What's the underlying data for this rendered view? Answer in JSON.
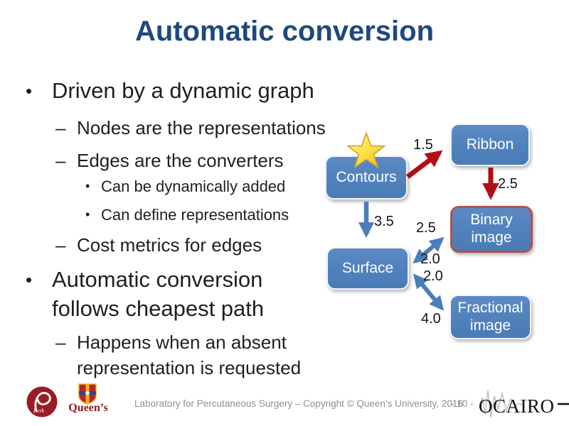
{
  "title": "Automatic conversion",
  "bullets": {
    "items": [
      {
        "level": 1,
        "text": "Driven by a dynamic graph"
      },
      {
        "level": 2,
        "text": "Nodes are the representations"
      },
      {
        "level": 2,
        "text": "Edges are the converters"
      },
      {
        "level": 3,
        "text": "Can be dynamically added"
      },
      {
        "level": 3,
        "text": "Can define representations"
      },
      {
        "level": 2,
        "text": "Cost metrics for edges"
      },
      {
        "level": 1,
        "text": "Automatic conversion follows cheapest path"
      },
      {
        "level": 2,
        "text": "Happens when an absent representation is requested"
      }
    ]
  },
  "diagram": {
    "nodes": [
      {
        "label": "Contours",
        "starred": true
      },
      {
        "label": "Ribbon"
      },
      {
        "label": "Binary image",
        "highlighted": true
      },
      {
        "label": "Surface"
      },
      {
        "label": "Fractional image"
      }
    ],
    "edges": [
      {
        "from": "Contours",
        "to": "Ribbon",
        "cost": "1.5",
        "color": "red"
      },
      {
        "from": "Ribbon",
        "to": "Binary image",
        "cost": "2.5",
        "color": "red"
      },
      {
        "from": "Contours",
        "to": "Surface",
        "cost": "3.5",
        "color": "blue"
      },
      {
        "from": "Surface",
        "to": "Binary image",
        "cost": "2.5",
        "color": "blue",
        "bidirectional": true
      },
      {
        "from": "Binary image",
        "to": "Surface",
        "cost": "2.0",
        "color": "blue",
        "bidirectional": true
      },
      {
        "from": "Surface",
        "to": "Fractional image",
        "cost": "2.0",
        "color": "blue",
        "bidirectional": true
      },
      {
        "from": "Fractional image",
        "to": "Surface",
        "cost": "4.0",
        "color": "blue",
        "bidirectional": true
      }
    ]
  },
  "footer": {
    "credit_text": "Laboratory for Percutaneous Surgery – Copyright © Queen’s University, 2016",
    "page_label": "- 10 -",
    "logos": {
      "perk": "Perk",
      "queens": "Queen’s",
      "ocairo": "OCAIRO"
    }
  },
  "colors": {
    "title": "#1F497D",
    "node_fill": "#4F81BD",
    "node_highlight_border": "#B3524A",
    "arrow_red": "#B01015",
    "arrow_blue": "#4A7EBB",
    "star_gold": "#F5C928",
    "footer_gray": "#8F8F8F"
  }
}
